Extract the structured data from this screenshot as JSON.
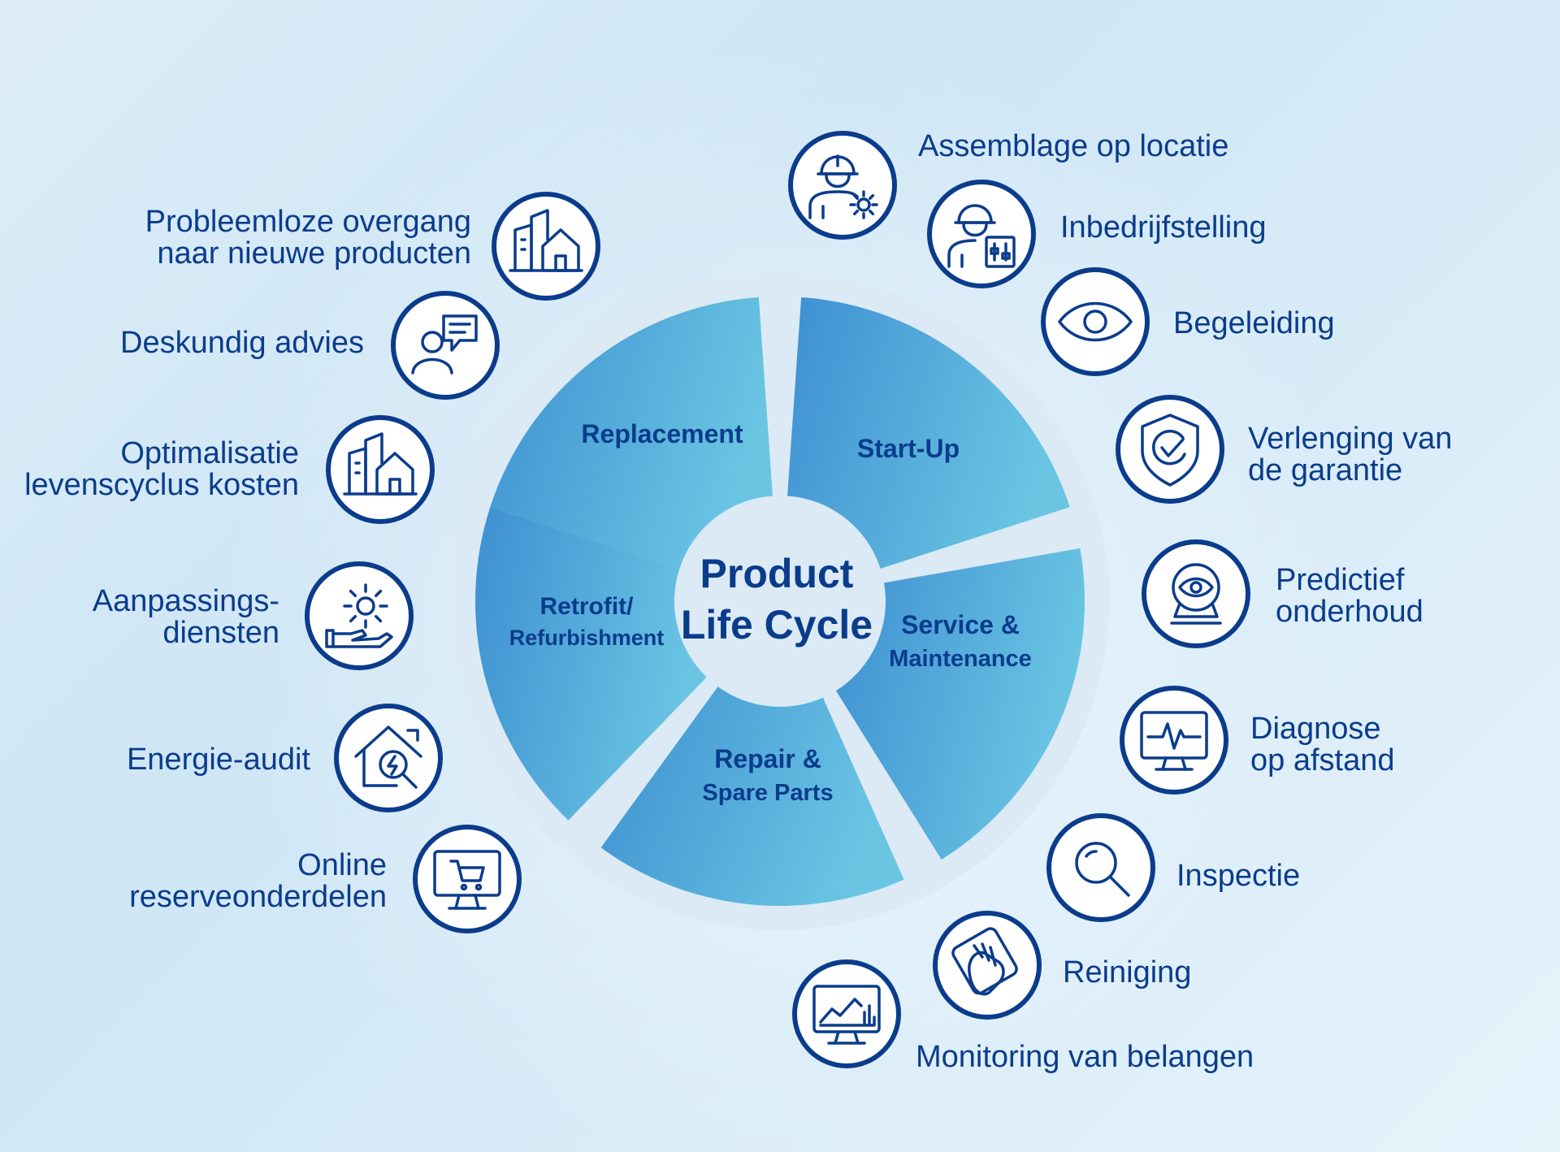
{
  "center": {
    "line1": "Product",
    "line2": "Life Cycle"
  },
  "segments": [
    {
      "id": "replacement",
      "lines": [
        "Replacement"
      ]
    },
    {
      "id": "start-up",
      "lines": [
        "Start-Up"
      ]
    },
    {
      "id": "service",
      "lines": [
        "Service &",
        "Maintenance"
      ]
    },
    {
      "id": "repair",
      "lines": [
        "Repair &",
        "Spare Parts"
      ]
    },
    {
      "id": "retrofit",
      "lines": [
        "Retrofit/",
        "Refurbishment"
      ]
    }
  ],
  "left_services": [
    {
      "icon": "buildings-home-icon",
      "lines": [
        "Probleemloze overgang",
        "naar nieuwe producten"
      ]
    },
    {
      "icon": "advisor-chat-icon",
      "lines": [
        "Deskundig advies"
      ]
    },
    {
      "icon": "buildings-home-icon",
      "lines": [
        "Optimalisatie",
        "levenscyclus kosten"
      ]
    },
    {
      "icon": "hand-gear-icon",
      "lines": [
        "Aanpassings-",
        "diensten"
      ]
    },
    {
      "icon": "house-energy-search-icon",
      "lines": [
        "Energie-audit"
      ]
    },
    {
      "icon": "monitor-cart-icon",
      "lines": [
        "Online",
        "reserveonderdelen"
      ]
    }
  ],
  "right_services": [
    {
      "icon": "engineer-gear-icon",
      "lines": [
        "Assemblage op locatie"
      ]
    },
    {
      "icon": "engineer-panel-icon",
      "lines": [
        "Inbedrijfstelling"
      ]
    },
    {
      "icon": "eye-icon",
      "lines": [
        "Begeleiding"
      ]
    },
    {
      "icon": "shield-check-icon",
      "lines": [
        "Verlenging van",
        "de garantie"
      ]
    },
    {
      "icon": "eye-ball-icon",
      "lines": [
        "Predictief",
        "onderhoud"
      ]
    },
    {
      "icon": "monitor-pulse-icon",
      "lines": [
        "Diagnose",
        "op afstand"
      ]
    },
    {
      "icon": "magnifier-icon",
      "lines": [
        "Inspectie"
      ]
    },
    {
      "icon": "hand-cleaning-icon",
      "lines": [
        "Reiniging"
      ]
    },
    {
      "icon": "monitor-chart-icon",
      "lines": [
        "Monitoring van belangen"
      ]
    }
  ],
  "colors": {
    "navy": "#0b3c8c",
    "ring": "#dbeaf4",
    "segment_dark": "#3b8fd0",
    "segment_light": "#6cc6e4"
  }
}
